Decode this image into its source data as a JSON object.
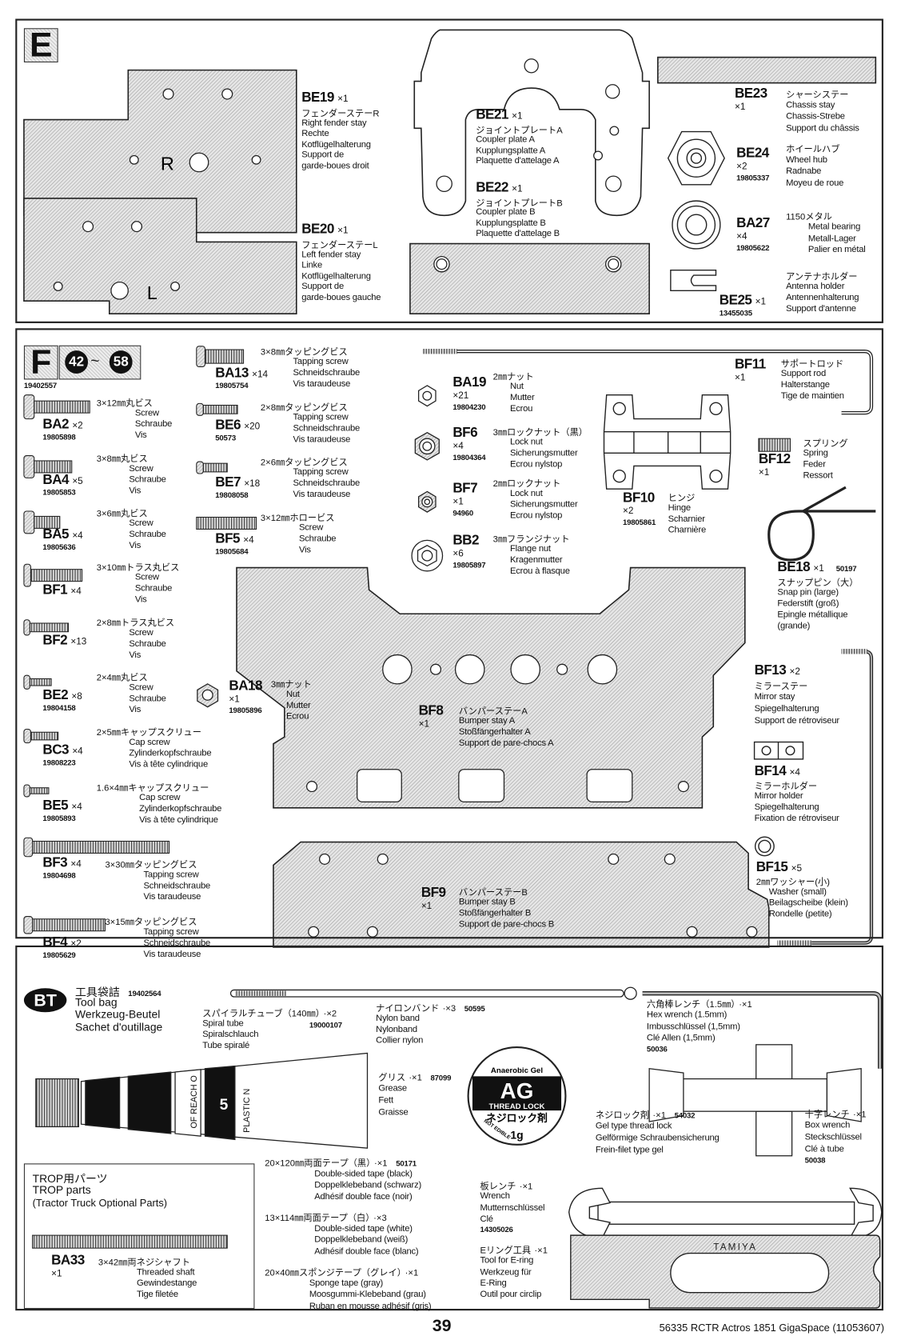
{
  "E": {
    "label": "E",
    "plate_letters": [
      "R",
      "L"
    ],
    "parts": [
      {
        "id": "BE19",
        "qty": "×1",
        "lines": [
          "フェンダーステーR",
          "Right fender stay",
          "Rechte",
          "Kotflügelhalterung",
          "Support de",
          "garde-boues droit"
        ]
      },
      {
        "id": "BE20",
        "qty": "×1",
        "lines": [
          "フェンダーステーL",
          "Left fender stay",
          "Linke",
          "Kotflügelhalterung",
          "Support de",
          "garde-boues gauche"
        ]
      },
      {
        "id": "BE21",
        "qty": "×1",
        "lines": [
          "ジョイントプレートA",
          "Coupler plate A",
          "Kupplungsplatte A",
          "Plaquette d'attelage A"
        ]
      },
      {
        "id": "BE22",
        "qty": "×1",
        "lines": [
          "ジョイントプレートB",
          "Coupler plate B",
          "Kupplungsplatte B",
          "Plaquette d'attelage B"
        ]
      },
      {
        "id": "BE23",
        "qty": "×1",
        "lines": [
          "シャーシステー",
          "Chassis stay",
          "Chassis-Strebe",
          "Support du châssis"
        ]
      },
      {
        "id": "BE24",
        "qty": "×2",
        "code": "19805337",
        "lines": [
          "ホイールハブ",
          "Wheel hub",
          "Radnabe",
          "Moyeu de roue"
        ]
      },
      {
        "id": "BA27",
        "qty": "×4",
        "code": "19805622",
        "lines": [
          "1150メタル",
          "Metal bearing",
          "Metall-Lager",
          "Palier en métal"
        ]
      },
      {
        "id": "BE25",
        "qty": "×1",
        "code": "13455035",
        "lines": [
          "アンテナホルダー",
          "Antenna holder",
          "Antennenhalterung",
          "Support d'antenne"
        ]
      }
    ]
  },
  "F": {
    "label": "F",
    "step_from": "42",
    "step_sep": "~",
    "step_to": "58",
    "code": "19402557",
    "parts": [
      {
        "id": "BA2",
        "qty": "×2",
        "code": "19805898",
        "lines": [
          "3×12㎜丸ビス",
          "Screw",
          "Schraube",
          "Vis"
        ]
      },
      {
        "id": "BA4",
        "qty": "×5",
        "code": "19805853",
        "lines": [
          "3×8㎜丸ビス",
          "Screw",
          "Schraube",
          "Vis"
        ]
      },
      {
        "id": "BA5",
        "qty": "×4",
        "code": "19805636",
        "lines": [
          "3×6㎜丸ビス",
          "Screw",
          "Schraube",
          "Vis"
        ]
      },
      {
        "id": "BF1",
        "qty": "×4",
        "lines": [
          "3×10㎜トラス丸ビス",
          "Screw",
          "Schraube",
          "Vis"
        ]
      },
      {
        "id": "BF2",
        "qty": "×13",
        "lines": [
          "2×8㎜トラス丸ビス",
          "Screw",
          "Schraube",
          "Vis"
        ]
      },
      {
        "id": "BE2",
        "qty": "×8",
        "code": "19804158",
        "lines": [
          "2×4㎜丸ビス",
          "Screw",
          "Schraube",
          "Vis"
        ]
      },
      {
        "id": "BC3",
        "qty": "×4",
        "code": "19808223",
        "lines": [
          "2×5㎜キャップスクリュー",
          "Cap screw",
          "Zylinderkopfschraube",
          "Vis à tête cylindrique"
        ]
      },
      {
        "id": "BE5",
        "qty": "×4",
        "code": "19805893",
        "lines": [
          "1.6×4㎜キャップスクリュー",
          "Cap screw",
          "Zylinderkopfschraube",
          "Vis à tête cylindrique"
        ]
      },
      {
        "id": "BF3",
        "qty": "×4",
        "code": "19804698",
        "lines": [
          "3×30㎜タッピングビス",
          "Tapping screw",
          "Schneidschraube",
          "Vis taraudeuse"
        ]
      },
      {
        "id": "BF4",
        "qty": "×2",
        "code": "19805629",
        "lines": [
          "3×15㎜タッピングビス",
          "Tapping screw",
          "Schneidschraube",
          "Vis taraudeuse"
        ]
      },
      {
        "id": "BA13",
        "qty": "×14",
        "code": "19805754",
        "lines": [
          "3×8㎜タッピングビス",
          "Tapping screw",
          "Schneidschraube",
          "Vis taraudeuse"
        ]
      },
      {
        "id": "BE6",
        "qty": "×20",
        "code": "50573",
        "lines": [
          "2×8㎜タッピングビス",
          "Tapping screw",
          "Schneidschraube",
          "Vis taraudeuse"
        ]
      },
      {
        "id": "BE7",
        "qty": "×18",
        "code": "19808058",
        "lines": [
          "2×6㎜タッピングビス",
          "Tapping screw",
          "Schneidschraube",
          "Vis taraudeuse"
        ]
      },
      {
        "id": "BF5",
        "qty": "×4",
        "code": "19805684",
        "lines": [
          "3×12㎜ホロービス",
          "Screw",
          "Schraube",
          "Vis"
        ]
      },
      {
        "id": "BA18",
        "qty": "×1",
        "code": "19805896",
        "lines": [
          "3㎜ナット",
          "Nut",
          "Mutter",
          "Ecrou"
        ]
      },
      {
        "id": "BA19",
        "qty": "×21",
        "code": "19804230",
        "lines": [
          "2㎜ナット",
          "Nut",
          "Mutter",
          "Ecrou"
        ]
      },
      {
        "id": "BF6",
        "qty": "×4",
        "code": "19804364",
        "lines": [
          "3㎜ロックナット（黒）",
          "Lock nut",
          "Sicherungsmutter",
          "Ecrou nylstop"
        ]
      },
      {
        "id": "BF7",
        "qty": "×1",
        "code": "94960",
        "lines": [
          "2㎜ロックナット",
          "Lock nut",
          "Sicherungsmutter",
          "Ecrou nylstop"
        ]
      },
      {
        "id": "BB2",
        "qty": "×6",
        "code": "19805897",
        "lines": [
          "3㎜フランジナット",
          "Flange nut",
          "Kragenmutter",
          "Ecrou à flasque"
        ]
      },
      {
        "id": "BF10",
        "qty": "×2",
        "code": "19805861",
        "lines": [
          "ヒンジ",
          "Hinge",
          "Scharnier",
          "Charnière"
        ]
      },
      {
        "id": "BF11",
        "qty": "×1",
        "lines": [
          "サポートロッド",
          "Support rod",
          "Halterstange",
          "Tige de maintien"
        ]
      },
      {
        "id": "BF12",
        "qty": "×1",
        "lines": [
          "スプリング",
          "Spring",
          "Feder",
          "Ressort"
        ]
      },
      {
        "id": "BE18",
        "qty": "×1",
        "code": "50197",
        "lines": [
          "スナップピン（大）",
          "Snap pin (large)",
          "Federstift (groß)",
          "Epingle métallique",
          "(grande)"
        ]
      },
      {
        "id": "BF8",
        "qty": "×1",
        "lines": [
          "バンパーステーA",
          "Bumper stay A",
          "Stoßfängerhalter A",
          "Support de pare-chocs A"
        ]
      },
      {
        "id": "BF9",
        "qty": "×1",
        "lines": [
          "バンパーステーB",
          "Bumper stay B",
          "Stoßfängerhalter B",
          "Support de pare-chocs B"
        ]
      },
      {
        "id": "BF13",
        "qty": "×2",
        "lines": [
          "ミラーステー",
          "Mirror stay",
          "Spiegelhalterung",
          "Support de rétroviseur"
        ]
      },
      {
        "id": "BF14",
        "qty": "×4",
        "lines": [
          "ミラーホルダー",
          "Mirror holder",
          "Spiegelhalterung",
          "Fixation de rétroviseur"
        ]
      },
      {
        "id": "BF15",
        "qty": "×5",
        "lines": [
          "2㎜ワッシャー(小)",
          "Washer (small)",
          "Beilagscheibe (klein)",
          "Rondelle (petite)"
        ]
      }
    ]
  },
  "BT": {
    "logo": "BT",
    "items": [
      {
        "title": "工具袋詰",
        "code": "19402564",
        "lines": [
          "Tool bag",
          "Werkzeug-Beutel",
          "Sachet d'outillage"
        ]
      },
      {
        "title": "スパイラルチューブ（140㎜）",
        "qty": "·×2",
        "code": "19000107",
        "lines": [
          "Spiral tube",
          "Spiralschlauch",
          "Tube spiralé"
        ]
      },
      {
        "title": "ナイロンバンド",
        "qty": "·×3",
        "code": "50595",
        "lines": [
          "Nylon band",
          "Nylonband",
          "Collier nylon"
        ]
      },
      {
        "title": "グリス",
        "qty": "·×1",
        "code": "87099",
        "lines": [
          "Grease",
          "Fett",
          "Graisse"
        ]
      },
      {
        "title": "ネジロック剤",
        "qty": "·×1",
        "code": "54032",
        "lines": [
          "Gel type thread lock",
          "Gelförmige Schraubensicherung",
          "Frein-filet type gel"
        ]
      },
      {
        "title": "六角棒レンチ（1.5㎜）",
        "qty": "·×1",
        "code": "50036",
        "lines": [
          "Hex wrench (1.5mm)",
          "Imbusschlüssel (1,5mm)",
          "Clé Allen (1,5mm)"
        ]
      },
      {
        "title": "十字レンチ",
        "qty": "·×1",
        "code": "50038",
        "lines": [
          "Box wrench",
          "Steckschlüssel",
          "Clé à tube"
        ]
      },
      {
        "title": "20×120㎜両面テープ（黒）",
        "qty": "·×1",
        "code": "50171",
        "lines": [
          "Double-sided tape (black)",
          "Doppelklebeband (schwarz)",
          "Adhésif double face (noir)"
        ]
      },
      {
        "title": "13×114㎜両面テープ（白）",
        "qty": "·×3",
        "lines": [
          "Double-sided tape (white)",
          "Doppelklebeband (weiß)",
          "Adhésif double face (blanc)"
        ]
      },
      {
        "title": "20×40㎜スポンジテープ（グレイ）",
        "qty": "·×1",
        "lines": [
          "Sponge tape (gray)",
          "Moosgummi-Klebeband (grau)",
          "Ruban en mousse adhésif (gris)"
        ]
      },
      {
        "title": "板レンチ",
        "qty": "·×1",
        "code": "14305026",
        "lines": [
          "Wrench",
          "Mutternschlüssel",
          "Clé"
        ]
      },
      {
        "title": "Eリング工具",
        "qty": "·×1",
        "lines": [
          "Tool for E-ring",
          "Werkzeug für",
          "E-Ring",
          "Outil pour circlip"
        ]
      }
    ],
    "trop": {
      "title_jp": "TROP用パーツ",
      "title_en": "TROP parts",
      "subtitle": "(Tractor Truck Optional Parts)",
      "part": {
        "id": "BA33",
        "qty": "×1",
        "lines": [
          "3×42㎜両ネジシャフト",
          "Threaded shaft",
          "Gewindestange",
          "Tige filetée"
        ]
      }
    },
    "threadlock_label": {
      "brand": "Anaerobic Gel",
      "big": "AG",
      "band": "THREAD LOCK",
      "jp": "ネジロック剤",
      "weight": "1g",
      "warning": "NOT EDIBLE"
    },
    "grease_label": {
      "band1": "OF REACH O",
      "num": "5",
      "band2": "PLASTIC N"
    },
    "ering_brand": "TAMIYA"
  },
  "footer": {
    "page_number": "39",
    "doc_id": "56335 RCTR Actros 1851 GigaSpace (11053607)"
  }
}
